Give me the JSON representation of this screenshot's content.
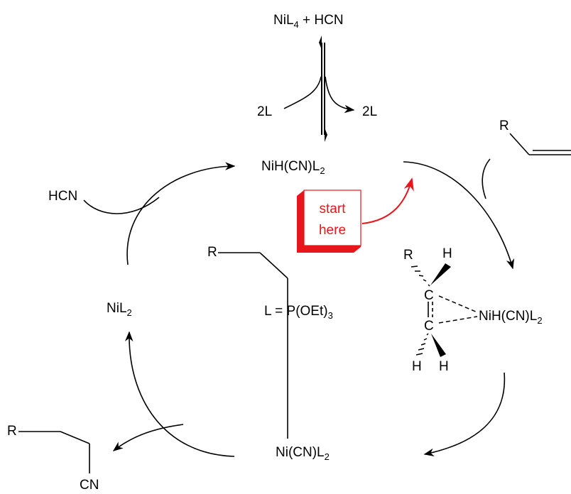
{
  "species": {
    "top_reagents": "NiL",
    "top_reagents_sub": "4",
    "top_reagents_rest": " + HCN",
    "left_ligand": "2L",
    "right_ligand": "2L",
    "hydride": "NiH(CN)L",
    "hydride_sub": "2",
    "alkene_r": "R",
    "hcn_in": "HCN",
    "nil2": "NiL",
    "nil2_sub": "2",
    "ligand_def": "L = P(OEt)",
    "ligand_def_sub": "3",
    "pi_complex": {
      "r": "R",
      "h1": "H",
      "c1": "C",
      "c2": "C",
      "metal": "NiH(CN)L",
      "metal_sub": "2",
      "h2": "H",
      "h3": "H"
    },
    "alkyl_r": "R",
    "alkyl_metal": "Ni(CN)L",
    "alkyl_metal_sub": "2",
    "product_r": "R",
    "product_cn": "CN"
  },
  "callout": {
    "line1": "start",
    "line2": "here",
    "color": "#e8151b"
  }
}
